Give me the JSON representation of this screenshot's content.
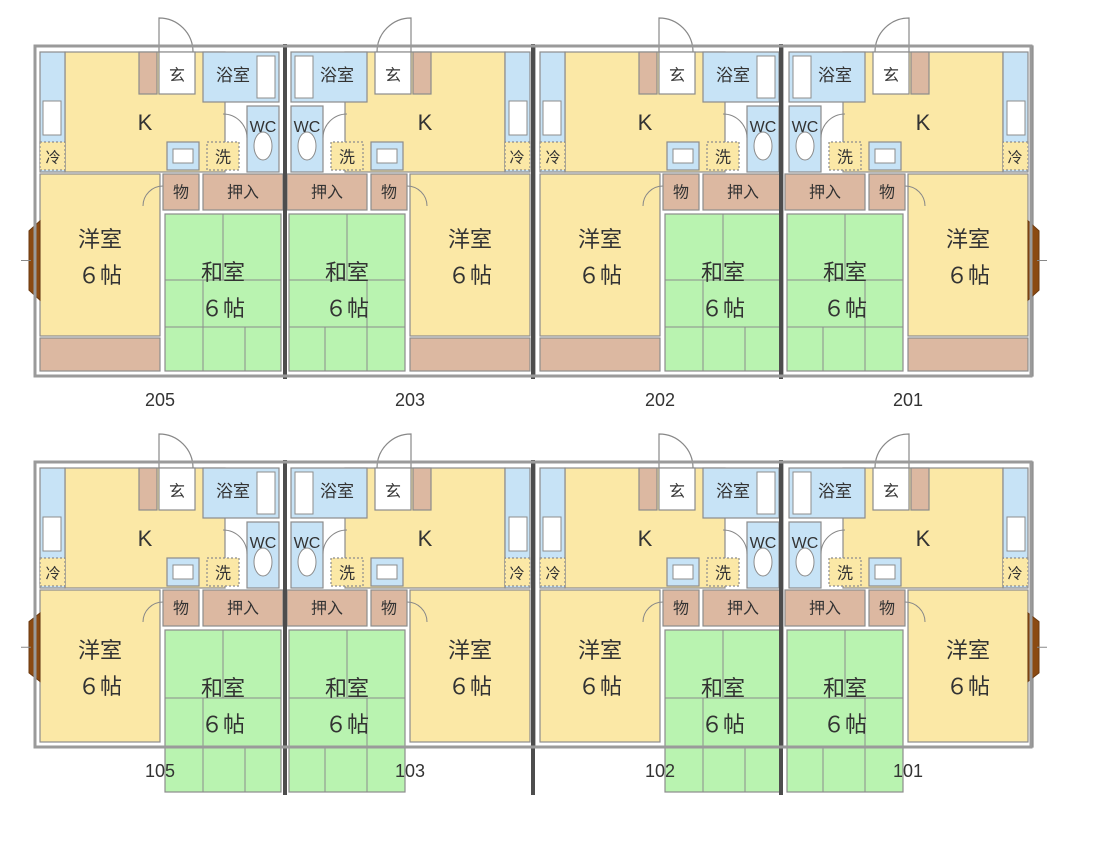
{
  "labels": {
    "kitchen": "K",
    "entrance": "玄",
    "bath": "浴室",
    "toilet": "WC",
    "washer": "洗",
    "fridge": "冷",
    "storage": "物",
    "closet": "押入",
    "western": "洋室",
    "japanese": "和室",
    "size": "６帖"
  },
  "floors": [
    {
      "units": [
        "205",
        "203",
        "202",
        "201"
      ]
    },
    {
      "units": [
        "105",
        "103",
        "102",
        "101"
      ]
    }
  ],
  "colors": {
    "kitchen": "#fbe8a6",
    "western": "#fbe8a6",
    "japanese": "#b9f3b0",
    "wet": "#c7e3f6",
    "closet": "#dcb8a1",
    "entrance": "#ffffff",
    "wall": "#9a9a9a",
    "party_wall": "#4d4d4d",
    "door": "#888888",
    "window_bay": "#8b4a12"
  }
}
